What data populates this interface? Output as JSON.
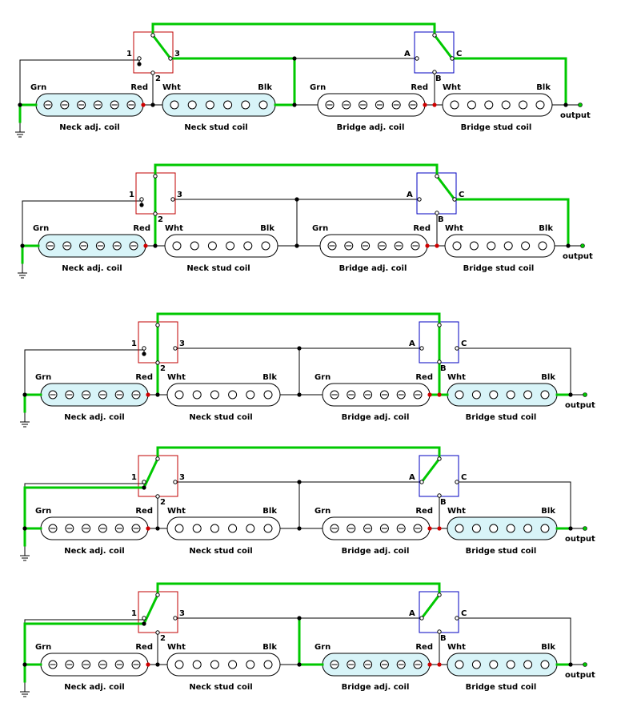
{
  "labels": {
    "grn": "Grn",
    "red": "Red",
    "wht": "Wht",
    "blk": "Blk",
    "neck_adj": "Neck adj. coil",
    "neck_stud": "Neck stud coil",
    "bridge_adj": "Bridge adj. coil",
    "bridge_stud": "Bridge stud coil",
    "output": "output",
    "t1": "1",
    "t2": "2",
    "t3": "3",
    "tA": "A",
    "tB": "B",
    "tC": "C"
  },
  "colors": {
    "active_wire": "#00c800",
    "coil_active": "#d8f4f8",
    "coil_inactive": "#ffffff",
    "switch1_box": "#c00000",
    "switch2_box": "#0000c0",
    "junction_red": "#d00000"
  },
  "panels": [
    {
      "switch1": "3",
      "switch2": "C",
      "active_coils": [
        "neck_adj",
        "neck_stud"
      ]
    },
    {
      "switch1": "2",
      "switch2": "C",
      "active_coils": [
        "neck_adj"
      ]
    },
    {
      "switch1": "2",
      "switch2": "B",
      "active_coils": [
        "neck_adj",
        "bridge_stud"
      ]
    },
    {
      "switch1": "1",
      "switch2": "A",
      "active_coils": [
        "bridge_stud"
      ]
    },
    {
      "switch1": "1",
      "switch2": "A",
      "active_coils": [
        "bridge_adj",
        "bridge_stud"
      ]
    }
  ]
}
